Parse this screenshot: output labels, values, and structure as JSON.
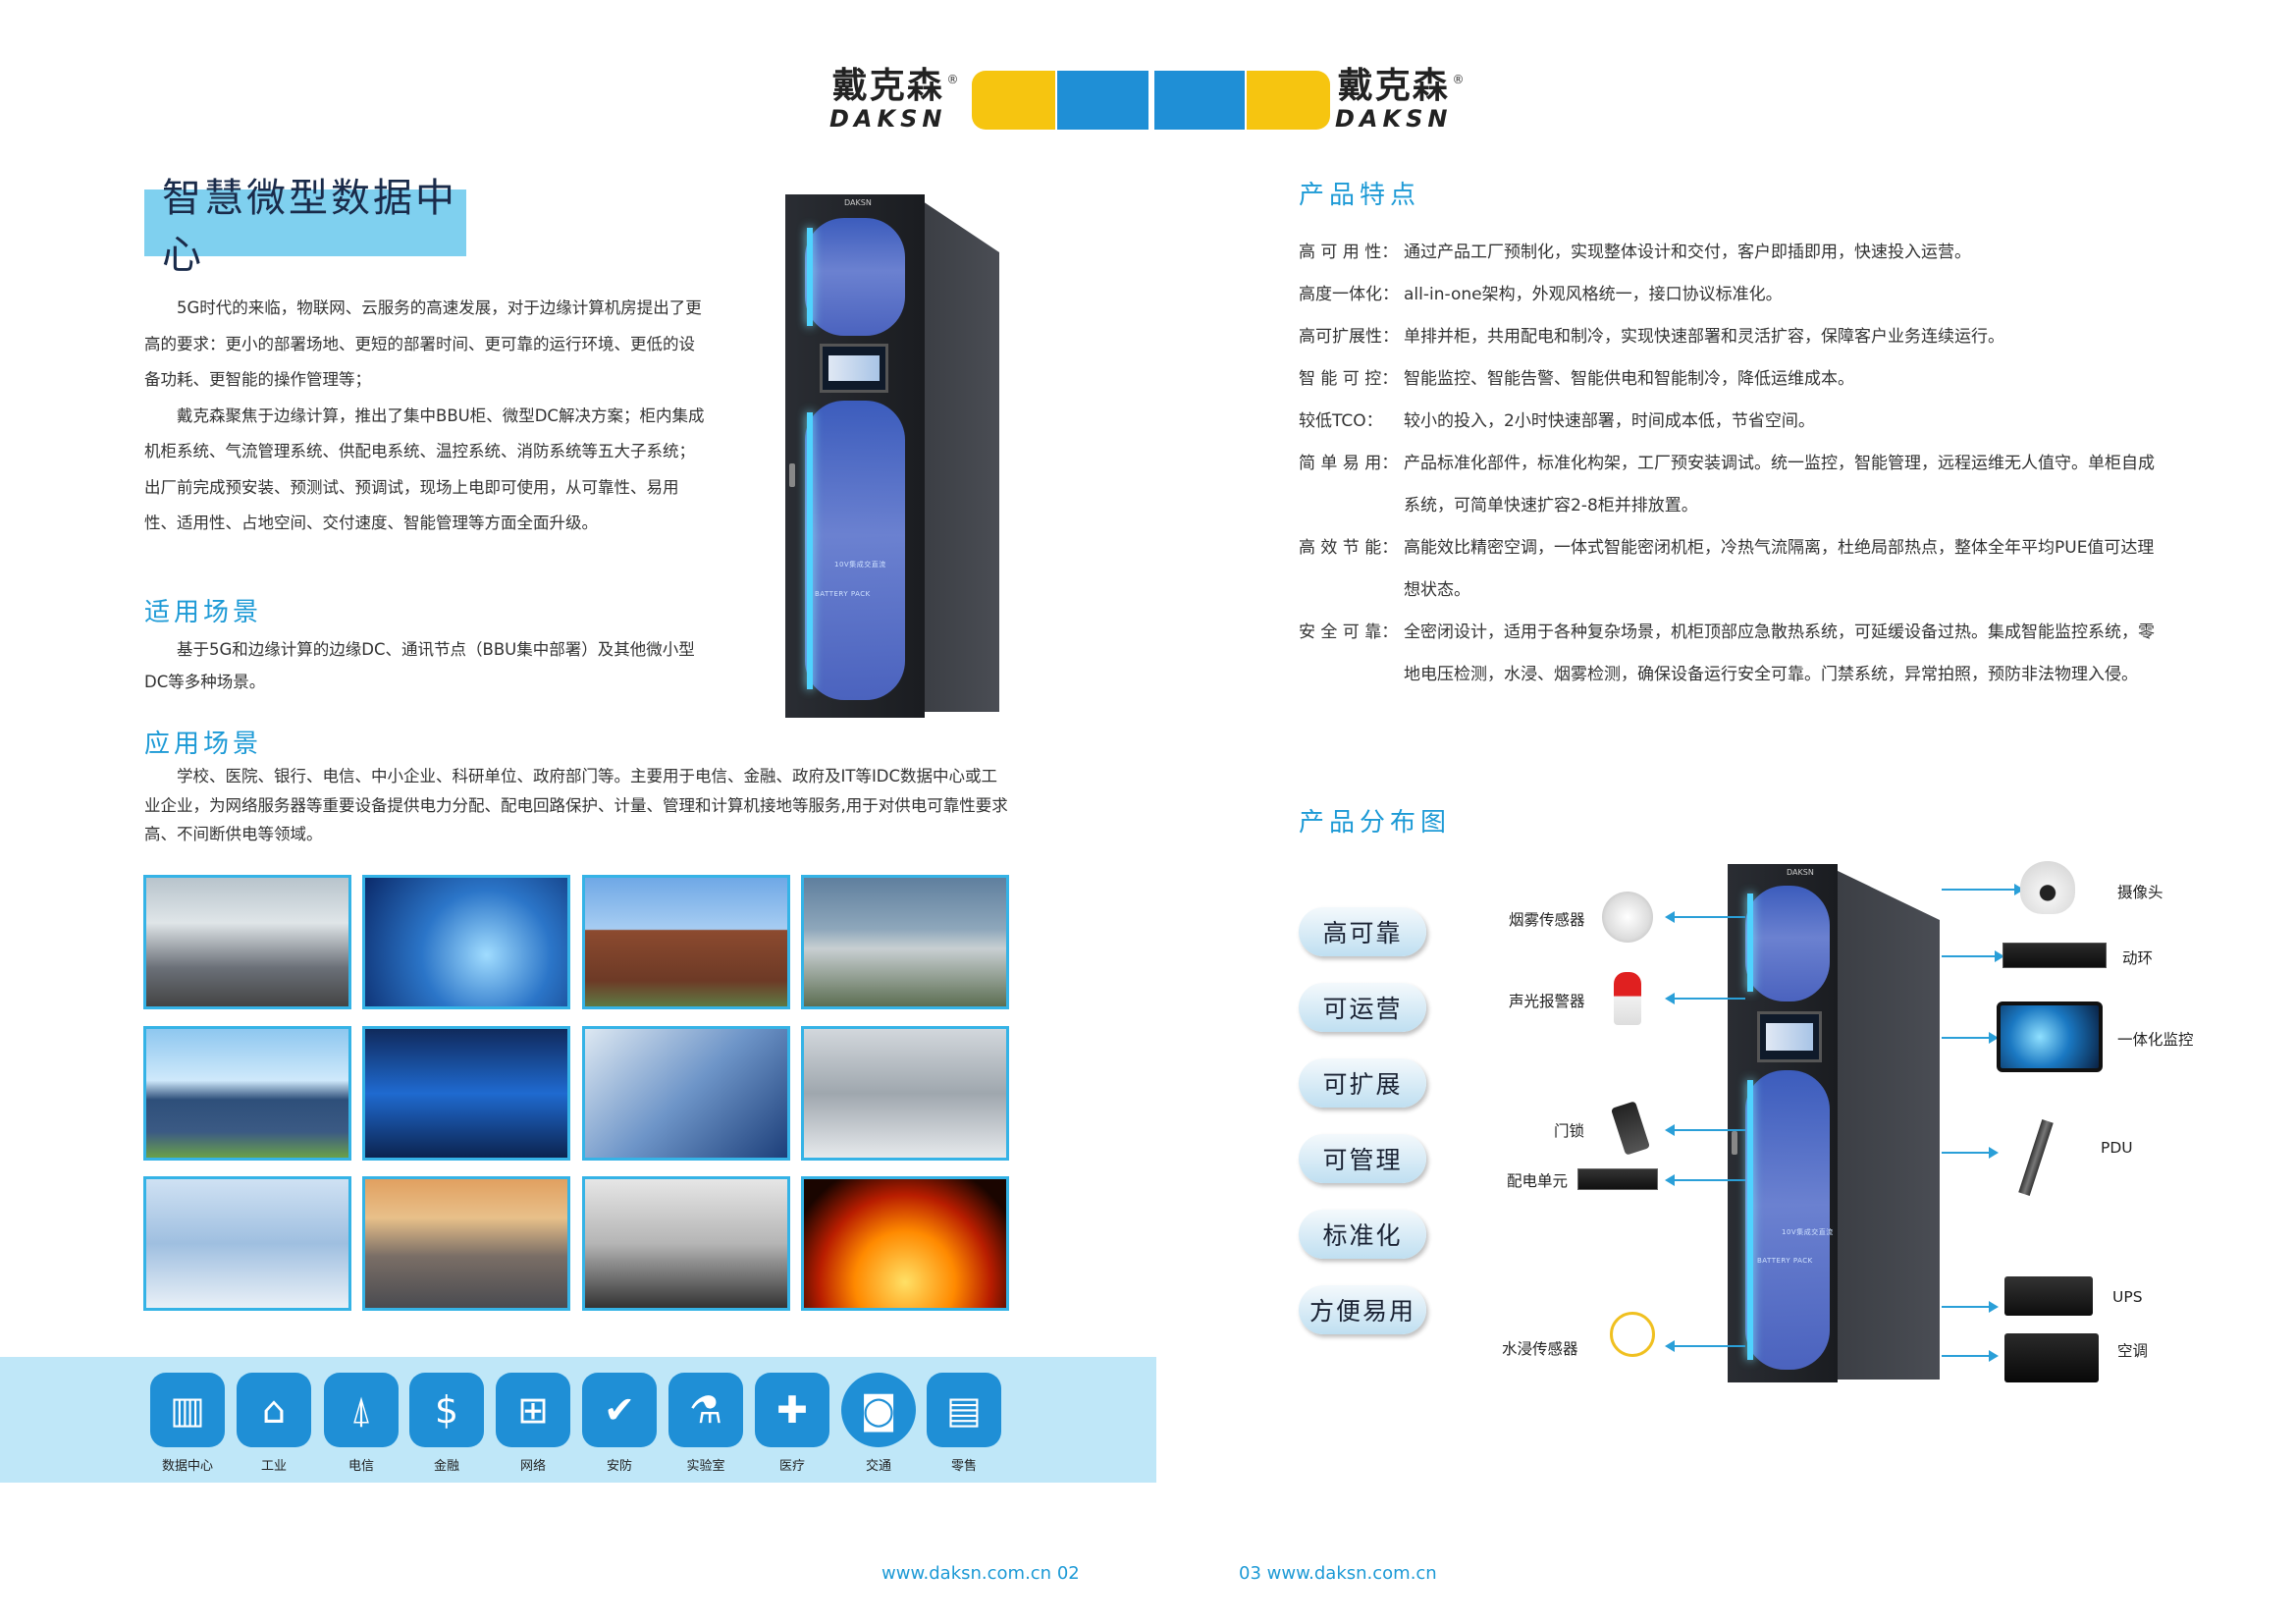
{
  "brand": {
    "logo_cn": "戴克森",
    "logo_en": "DAKSN",
    "reg": "®"
  },
  "left": {
    "title": "智慧微型数据中心",
    "intro": [
      "5G时代的来临，物联网、云服务的高速发展，对于边缘计算机房提出了更高的要求：更小的部署场地、更短的部署时间、更可靠的运行环境、更低的设备功耗、更智能的操作管理等；",
      "戴克森聚焦于边缘计算，推出了集中BBU柜、微型DC解决方案；柜内集成机柜系统、气流管理系统、供配电系统、温控系统、消防系统等五大子系统；出厂前完成预安装、预测试、预调试，现场上电即可使用，从可靠性、易用性、适用性、占地空间、交付速度、智能管理等方面全面升级。"
    ],
    "scene_title": "适用场景",
    "scene_text": "基于5G和边缘计算的边缘DC、通讯节点（BBU集中部署）及其他微小型DC等多种场景。",
    "app_title": "应用场景",
    "app_text": "学校、医院、银行、电信、中小企业、科研单位、政府部门等。主要用于电信、金融、政府及IT等IDC数据中心或工业企业，为网络服务器等重要设备提供电力分配、配电回路保护、计量、管理和计算机接地等服务,用于对供电可靠性要求高、不间断供电等领域。",
    "industries": [
      {
        "label": "数据中心",
        "icon": "bar-chart-icon",
        "glyph": "▥"
      },
      {
        "label": "工业",
        "icon": "factory-icon",
        "glyph": "⌂"
      },
      {
        "label": "电信",
        "icon": "tower-icon",
        "glyph": "⍋"
      },
      {
        "label": "金融",
        "icon": "money-bag-icon",
        "glyph": "$"
      },
      {
        "label": "网络",
        "icon": "network-icon",
        "glyph": "⊞"
      },
      {
        "label": "安防",
        "icon": "shield-icon",
        "glyph": "✔"
      },
      {
        "label": "实验室",
        "icon": "flask-icon",
        "glyph": "⚗"
      },
      {
        "label": "医疗",
        "icon": "medkit-icon",
        "glyph": "✚"
      },
      {
        "label": "交通",
        "icon": "train-icon",
        "glyph": "◙"
      },
      {
        "label": "零售",
        "icon": "store-icon",
        "glyph": "▤"
      }
    ],
    "footer": "www.daksn.com.cn  02"
  },
  "cabinet": {
    "brand": "DAKSN",
    "panel_text": "10V集成交直流",
    "battery_text": "BATTERY PACK"
  },
  "right": {
    "features_title": "产品特点",
    "features": [
      {
        "label": "高 可 用 性：",
        "text": "通过产品工厂预制化，实现整体设计和交付，客户即插即用，快速投入运营。"
      },
      {
        "label": "高度一体化：",
        "text": "all-in-one架构，外观风格统一，接口协议标准化。"
      },
      {
        "label": "高可扩展性：",
        "text": "单排并柜，共用配电和制冷，实现快速部署和灵活扩容，保障客户业务连续运行。"
      },
      {
        "label": "智 能 可 控：",
        "text": "智能监控、智能告警、智能供电和智能制冷，降低运维成本。"
      },
      {
        "label": "较低TCO：",
        "text": "较小的投入，2小时快速部署，时间成本低，节省空间。"
      },
      {
        "label": "简 单 易 用：",
        "text": "产品标准化部件，标准化构架，工厂预安装调试。统一监控，智能管理，远程运维无人值守。单柜自成系统，可简单快速扩容2-8柜并排放置。"
      },
      {
        "label": "高 效 节 能：",
        "text": "高能效比精密空调，一体式智能密闭机柜，冷热气流隔离，杜绝局部热点，整体全年平均PUE值可达理想状态。"
      },
      {
        "label": "安 全 可 靠：",
        "text": "全密闭设计，适用于各种复杂场景，机柜顶部应急散热系统，可延缓设备过热。集成智能监控系统，零地电压检测，水浸、烟雾检测，确保设备运行安全可靠。门禁系统，异常拍照，预防非法物理入侵。"
      }
    ],
    "dist_title": "产品分布图",
    "pills": [
      "高可靠",
      "可运营",
      "可扩展",
      "可管理",
      "标准化",
      "方便易用"
    ],
    "left_devices": [
      "烟雾传感器",
      "声光报警器",
      "门锁",
      "配电单元",
      "水浸传感器"
    ],
    "right_devices": [
      "摄像头",
      "动环",
      "一体化监控",
      "PDU",
      "UPS",
      "空调"
    ],
    "footer": "03  www.daksn.com.cn"
  }
}
